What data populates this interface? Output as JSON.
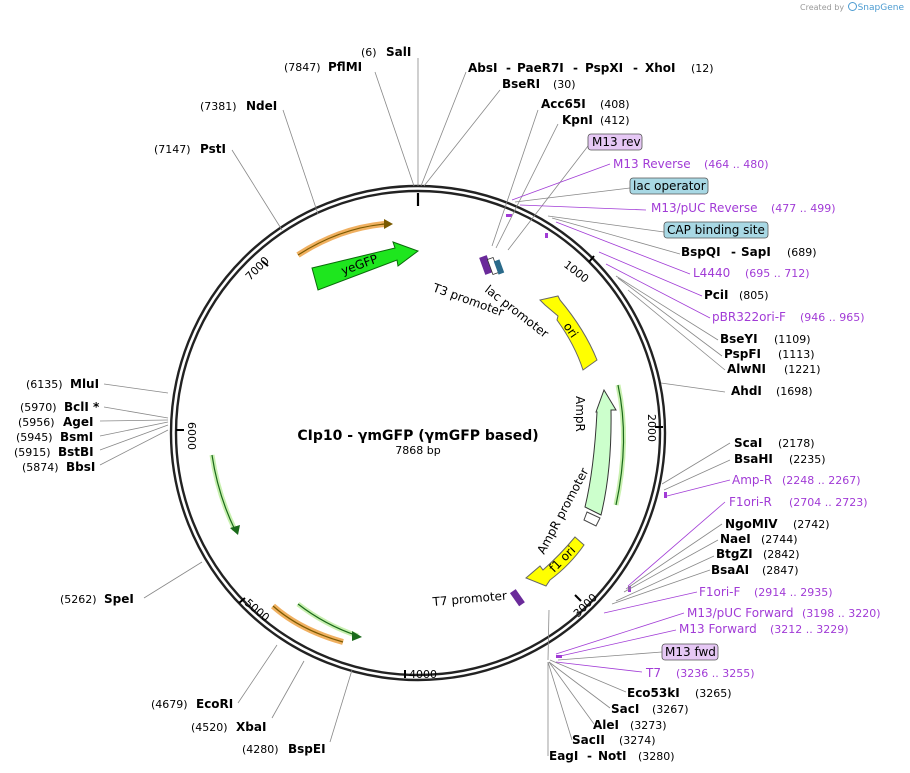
{
  "credit": {
    "created_by": "Created by",
    "brand": "SnapGene"
  },
  "plasmid": {
    "name": "CIp10 - γmGFP (γmGFP based)",
    "size_label": "7868 bp"
  },
  "ticks": [
    "1000",
    "2000",
    "3000",
    "4000",
    "5000",
    "6000",
    "7000"
  ],
  "labels": [
    {
      "name": "SalI",
      "pos": "(6)"
    },
    {
      "name": "PflMI",
      "pos": "(7847)"
    },
    {
      "name": "AbsI",
      "pos": ""
    },
    {
      "name": "PaeR7I",
      "pos": ""
    },
    {
      "name": "PspXI",
      "pos": ""
    },
    {
      "name": "XhoI",
      "pos": "(12)"
    },
    {
      "name": "BseRI",
      "pos": "(30)"
    },
    {
      "name": "NdeI",
      "pos": "(7381)"
    },
    {
      "name": "Acc65I",
      "pos": "(408)"
    },
    {
      "name": "KpnI",
      "pos": "(412)"
    },
    {
      "name": "PstI",
      "pos": "(7147)"
    },
    {
      "name": "M13 rev",
      "pos": ""
    },
    {
      "name": "M13 Reverse",
      "pos": "(464 .. 480)"
    },
    {
      "name": "lac operator",
      "pos": ""
    },
    {
      "name": "M13/pUC Reverse",
      "pos": "(477 .. 499)"
    },
    {
      "name": "CAP binding site",
      "pos": ""
    },
    {
      "name": "BspQI",
      "pos": ""
    },
    {
      "name": "SapI",
      "pos": "(689)"
    },
    {
      "name": "L4440",
      "pos": "(695 .. 712)"
    },
    {
      "name": "PciI",
      "pos": "(805)"
    },
    {
      "name": "pBR322ori-F",
      "pos": "(946 .. 965)"
    },
    {
      "name": "BseYI",
      "pos": "(1109)"
    },
    {
      "name": "PspFI",
      "pos": "(1113)"
    },
    {
      "name": "AlwNI",
      "pos": "(1221)"
    },
    {
      "name": "AhdI",
      "pos": "(1698)"
    },
    {
      "name": "MluI",
      "pos": "(6135)"
    },
    {
      "name": "BclI *",
      "pos": "(5970)"
    },
    {
      "name": "AgeI",
      "pos": "(5956)"
    },
    {
      "name": "BsmI",
      "pos": "(5945)"
    },
    {
      "name": "BstBI",
      "pos": "(5915)"
    },
    {
      "name": "BbsI",
      "pos": "(5874)"
    },
    {
      "name": "ScaI",
      "pos": "(2178)"
    },
    {
      "name": "BsaHI",
      "pos": "(2235)"
    },
    {
      "name": "Amp-R",
      "pos": "(2248 .. 2267)"
    },
    {
      "name": "F1ori-R",
      "pos": "(2704 .. 2723)"
    },
    {
      "name": "NgoMIV",
      "pos": "(2742)"
    },
    {
      "name": "NaeI",
      "pos": "(2744)"
    },
    {
      "name": "BtgZI",
      "pos": "(2842)"
    },
    {
      "name": "BsaAI",
      "pos": "(2847)"
    },
    {
      "name": "SpeI",
      "pos": "(5262)"
    },
    {
      "name": "F1ori-F",
      "pos": "(2914 .. 2935)"
    },
    {
      "name": "M13/pUC Forward",
      "pos": "(3198 .. 3220)"
    },
    {
      "name": "M13 Forward",
      "pos": "(3212 .. 3229)"
    },
    {
      "name": "M13 fwd",
      "pos": ""
    },
    {
      "name": "T7",
      "pos": "(3236 .. 3255)"
    },
    {
      "name": "Eco53kI",
      "pos": "(3265)"
    },
    {
      "name": "SacI",
      "pos": "(3267)"
    },
    {
      "name": "AleI",
      "pos": "(3273)"
    },
    {
      "name": "SacII",
      "pos": "(3274)"
    },
    {
      "name": "EagI",
      "pos": ""
    },
    {
      "name": "NotI",
      "pos": "(3280)"
    },
    {
      "name": "EcoRI",
      "pos": "(4679)"
    },
    {
      "name": "XbaI",
      "pos": "(4520)"
    },
    {
      "name": "BspEI",
      "pos": "(4280)"
    }
  ],
  "features": {
    "yegfp": "yeGFP",
    "ori": "ori",
    "ampr": "AmpR",
    "ampr_promoter": "AmpR promoter",
    "f1_ori": "f1 ori",
    "t3_promoter": "T3 promoter",
    "lac_promoter": "lac promoter",
    "t7_promoter": "T7 promoter"
  },
  "colors": {
    "backbone": "#222222",
    "primer": "#a13bd6",
    "gfp": "#1ee61e",
    "ori": "#ffff00",
    "ampr": "#ccffcc",
    "cds_light": "#c9f0b0",
    "orange": "#f0b060",
    "badge_purple": "#e6c8f5",
    "badge_blue": "#a8d8e4"
  }
}
